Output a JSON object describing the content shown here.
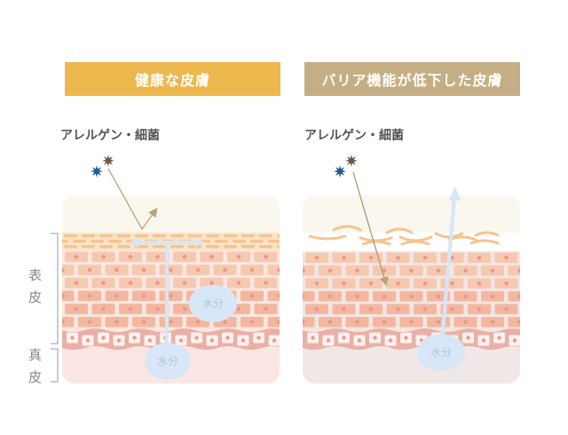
{
  "panels": [
    {
      "title": "健康な皮膚",
      "allergen_label": "アレルゲン・細菌",
      "moisture_labels": [
        "水分",
        "水分"
      ],
      "color": "#ecb84e"
    },
    {
      "title": "バリア機能が低下した皮膚",
      "allergen_label": "アレルゲン・細菌",
      "moisture_labels": [
        "水分"
      ],
      "color": "#c5ae84"
    }
  ],
  "layers": {
    "epidermis": "表皮",
    "dermis": "真皮"
  }
}
